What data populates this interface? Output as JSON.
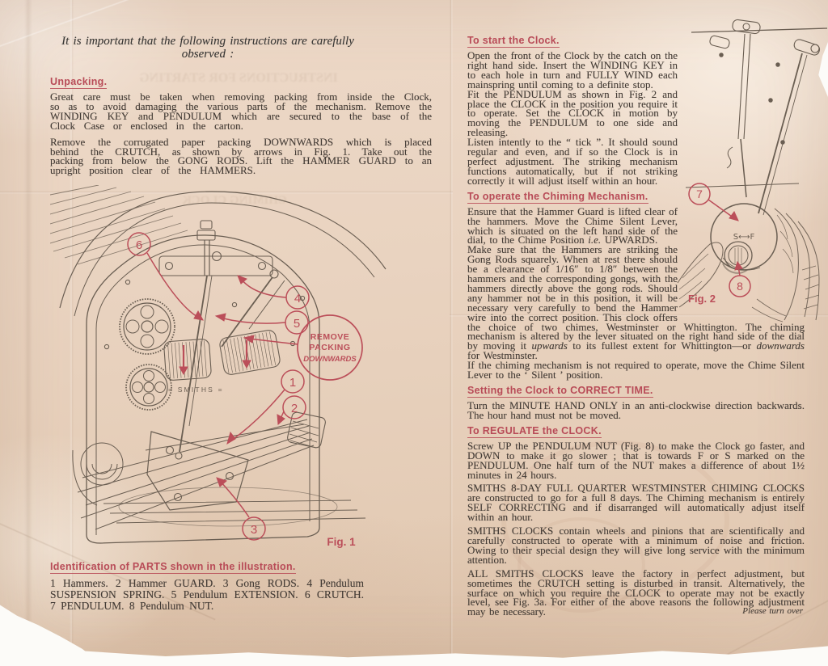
{
  "left": {
    "intro": "It is important that the following instructions are carefully observed :",
    "unpacking_heading": "Unpacking.",
    "para1": "Great care must be taken when removing packing from inside the Clock, so as to avoid damaging the various parts of the mechanism. Remove the WINDING KEY and PENDULUM which are secured to the base of the Clock Case or enclosed in the carton.",
    "para2": "Remove the corrugated paper packing DOWNWARDS which is placed behind the CRUTCH, as shown by arrows in Fig. 1. Take out the packing from below the GONG RODS. Lift the HAMMER GUARD to an upright position clear of the HAMMERS.",
    "identification_heading": "Identification of PARTS shown in the illustration.",
    "parts_list": "1 Hammers. 2 Hammer GUARD. 3 Gong RODS. 4 Pendulum SUSPENSION SPRING. 5 Pendulum EXTENSION. 6 CRUTCH. 7 PENDULUM. 8 Pendulum NUT.",
    "fig1": {
      "label": "Fig. 1",
      "smiths_label": "= SMITHS =",
      "remove_packing_1": "REMOVE",
      "remove_packing_2": "PACKING",
      "remove_packing_3": "DOWNWARDS",
      "callout_1": "1",
      "callout_2": "2",
      "callout_3": "3",
      "callout_4": "4",
      "callout_5": "5",
      "callout_6": "6"
    }
  },
  "right": {
    "start_heading": "To start the Clock.",
    "start_p1": "Open the front of the Clock by the catch on the right hand side. Insert the WINDING KEY in to each hole in turn and FULLY WIND each mainspring until coming to a definite stop.",
    "start_p2": "Fit the PENDULUM as shown in Fig. 2 and place the CLOCK in the position you require it to operate. Set the CLOCK in motion by moving the PENDULUM to one side and releasing.",
    "start_p3": "Listen intently to the “ tick ”. It should sound regular and even, and if so the Clock is in perfect adjustment. The striking mechanism functions automatically, but if not striking correctly it will adjust itself within an hour.",
    "chime_heading": "To operate the Chiming Mechanism.",
    "chime_p1_a": "Ensure that the Hammer Guard is lifted clear of the hammers. Move the Chime Silent Lever, which is situated on the left hand side of the dial, to the Chime Position ",
    "chime_p1_ie": "i.e.",
    "chime_p1_b": " UPWARDS.",
    "chime_p2_a": "Make sure that the Hammers are striking the Gong Rods squarely. When at rest there should be a clearance of 1/16″ to 1/8″ between the hammers and the corresponding gongs, with the hammers directly above the gong rods. Should any hammer not be in this position, it will be necessary very carefully to bend the Hammer wire into the correct position. This clock offers the choice of two chimes, Westminster or Whittington. The chiming mechanism is altered by the lever situated on the right hand side of the dial by moving it ",
    "chime_p2_up": "upwards",
    "chime_p2_b": " to its fullest extent for Whittington—or ",
    "chime_p2_down": "downwards",
    "chime_p2_c": " for Westminster.",
    "chime_p3": "If the chiming mechanism is not required to operate, move the Chime Silent Lever to the ‘ Silent ’ position.",
    "setting_heading": "Setting the Clock to CORRECT TIME.",
    "setting_p1": "Turn the MINUTE HAND ONLY in an anti-clockwise direction backwards. The hour hand must not be moved.",
    "regulate_heading": "To REGULATE the CLOCK.",
    "regulate_p1": "Screw UP the PENDULUM NUT (Fig. 8) to make the Clock go faster, and DOWN to make it go slower ; that is towards F or S marked on the PENDULUM. One half turn of the NUT makes a difference of about 1½ minutes in 24 hours.",
    "regulate_p2": "SMITHS 8-DAY FULL QUARTER WESTMINSTER CHIMING CLOCKS are constructed to go for a full 8 days. The Chiming mechanism is entirely SELF CORRECTING and if disarranged will automatically adjust itself within an hour.",
    "regulate_p3": "SMITHS CLOCKS contain wheels and pinions that are scientifically and carefully constructed to operate with a minimum of noise and friction. Owing to their special design they will give long service with the minimum attention.",
    "regulate_p4": "ALL SMITHS CLOCKS leave the factory in perfect adjustment, but sometimes the CRUTCH setting is disturbed in transit. Alternatively, the surface on which you require the CLOCK to operate may not be exactly level, see Fig. 3a. For either of the above reasons the following adjustment may be necessary.",
    "please_turn_over": "Please turn over",
    "fig2": {
      "label": "Fig. 2",
      "sf_label": "S⟷F",
      "callout_7": "7",
      "callout_8": "8"
    }
  },
  "ghost": {
    "line1": "INSTRUCTIONS FOR STARTING",
    "line2": "CHIMING CLOCK"
  }
}
